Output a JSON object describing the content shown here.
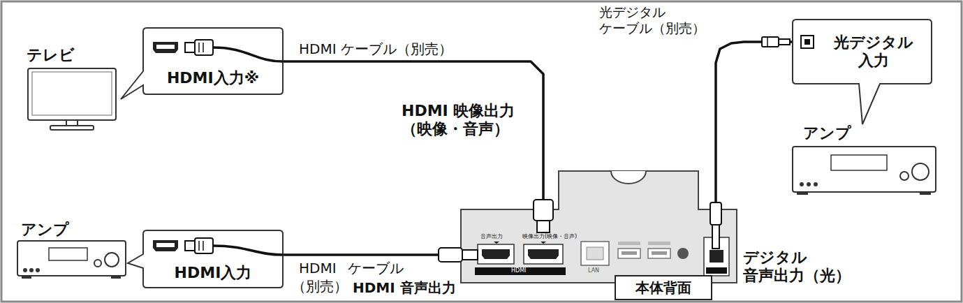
{
  "diagram": {
    "nodes": [
      {
        "text": [
          "HDMI入力※"
        ]
      },
      {
        "text": [
          "HDMI入力"
        ]
      },
      {
        "text": [
          "光デジタル 入力"
        ]
      },
      {
        "text": [
          "音声出力",
          "映像出力(映像・音声)",
          "HDMI",
          "LAN"
        ]
      },
      {
        "text": [
          "本体背面"
        ]
      }
    ],
    "edges": [
      {
        "from": 0,
        "to": 3,
        "arrow": "none"
      },
      {
        "from": 1,
        "to": 3,
        "arrow": "none"
      },
      {
        "from": 3,
        "to": 2,
        "arrow": "none"
      }
    ],
    "labels": [
      "テレビ",
      "アンプ",
      "HDMI ケーブル（別売）",
      "HDMI 映像出力 （映像・音声）",
      "HDMI",
      "ケーブル",
      "（別売）",
      "HDMI 音声出力",
      "光デジタル ケーブル（別売）",
      "アンプ",
      "デジタル 音声出力（光）"
    ]
  }
}
